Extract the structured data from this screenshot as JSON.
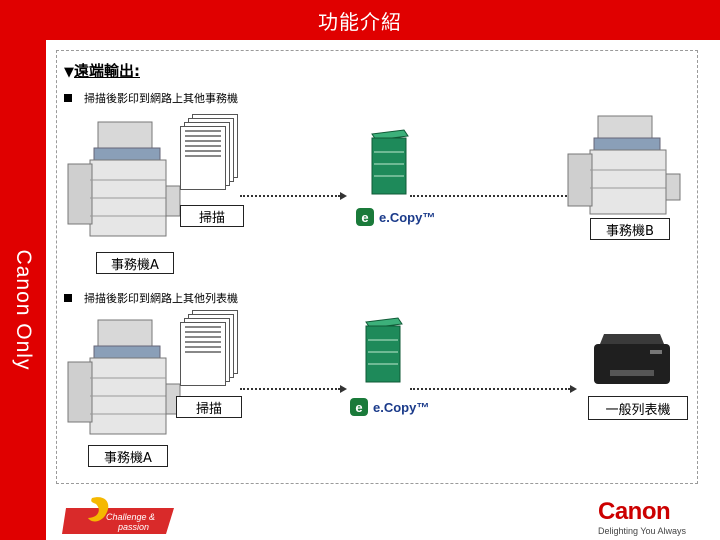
{
  "header": {
    "title": "功能介紹"
  },
  "sidebar": {
    "label": "Canon Only"
  },
  "section": {
    "marker": "▼",
    "title": "遠端輸出:"
  },
  "scenario1": {
    "bullet": "掃描後影印到網路上其他事務機",
    "scan_label": "掃描",
    "source_label": "事務機A",
    "target_label": "事務機B",
    "ecopy_name": "e.Copy™"
  },
  "scenario2": {
    "bullet": "掃描後影印到網路上其他列表機",
    "scan_label": "掃描",
    "source_label": "事務機A",
    "target_label": "一般列表機",
    "ecopy_name": "e.Copy™"
  },
  "footer": {
    "left_logo_text": "Challenge & passion",
    "brand": "Canon",
    "tagline": "Delighting You Always"
  },
  "colors": {
    "brand_red": "#e00000",
    "ecopy_green": "#1a7a3a",
    "server_green": "#1e8a5a"
  },
  "icons": [
    "copier-machine-icon",
    "document-stack-icon",
    "server-icon",
    "printer-icon",
    "ecopy-logo-icon",
    "challenge-passion-logo"
  ]
}
